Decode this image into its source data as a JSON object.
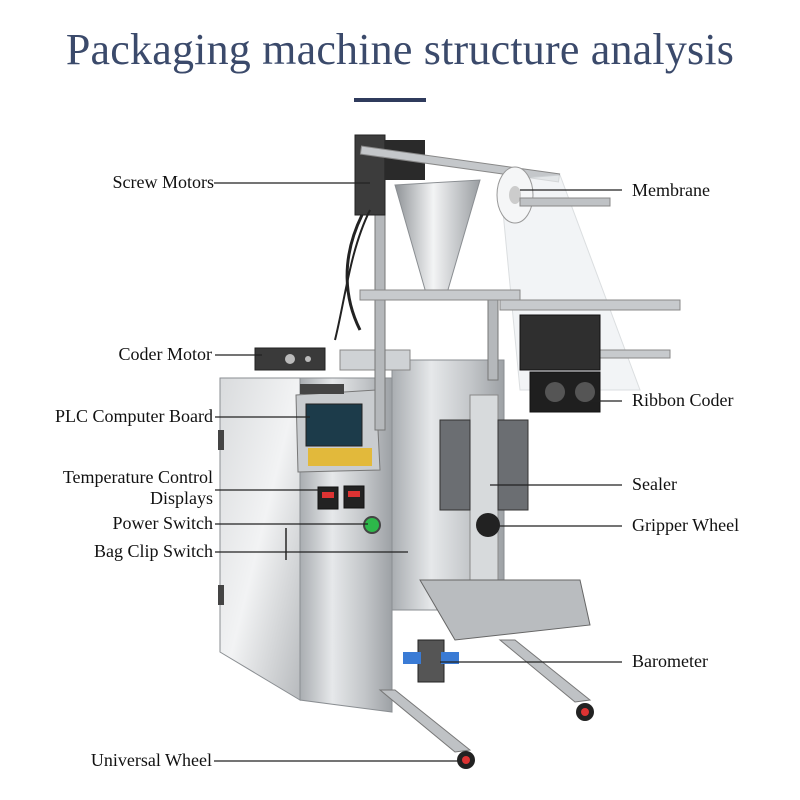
{
  "title": "Packaging machine structure analysis",
  "labels_left": [
    {
      "key": "screw-motors",
      "text": "Screw Motors"
    },
    {
      "key": "coder-motor",
      "text": "Coder Motor"
    },
    {
      "key": "plc-computer-board",
      "text": "PLC Computer Board"
    },
    {
      "key": "temperature-control-displays-1",
      "text": "Temperature Control"
    },
    {
      "key": "temperature-control-displays-2",
      "text": "Displays"
    },
    {
      "key": "power-switch",
      "text": "Power Switch"
    },
    {
      "key": "bag-clip-switch",
      "text": "Bag Clip Switch"
    },
    {
      "key": "universal-wheel",
      "text": "Universal Wheel"
    }
  ],
  "labels_right": [
    {
      "key": "membrane",
      "text": "Membrane"
    },
    {
      "key": "ribbon-coder",
      "text": "Ribbon Coder"
    },
    {
      "key": "sealer",
      "text": "Sealer"
    },
    {
      "key": "gripper-wheel",
      "text": "Gripper Wheel"
    },
    {
      "key": "barometer",
      "text": "Barometer"
    }
  ],
  "colors": {
    "title": "#3b4a6b",
    "accent_bar": "#2f3b5c",
    "leader_line": "#222222"
  }
}
